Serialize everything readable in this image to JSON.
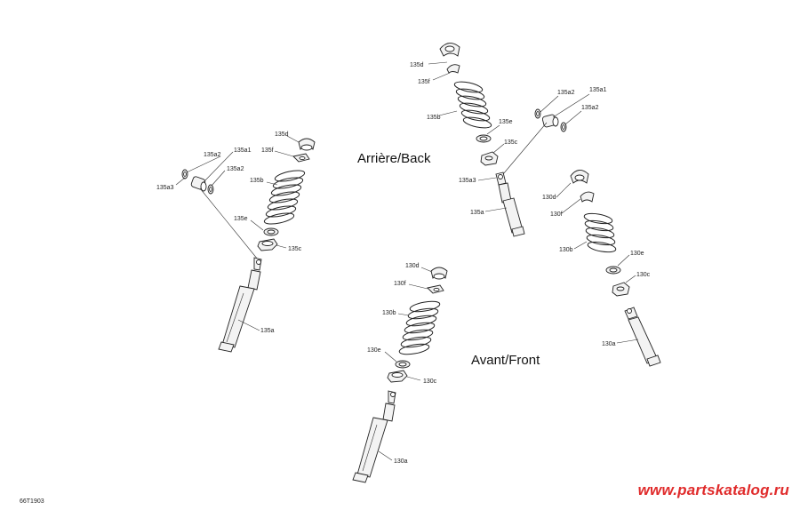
{
  "titles": {
    "back": "Arrière/Back",
    "front": "Avant/Front"
  },
  "diagram_code": "66T1903",
  "watermark": "www.partskatalog.ru",
  "watermark_color": "#e02b2b",
  "labels": {
    "l1_135d": "135d",
    "l1_135f": "135f",
    "l1_135a1": "135a1",
    "l1_135a2a": "135a2",
    "l1_135a2b": "135a2",
    "l1_135a3": "135a3",
    "l1_135b": "135b",
    "l1_135e": "135e",
    "l1_135c": "135c",
    "l1_135a": "135a",
    "r1_135d": "135d",
    "r1_135f": "135f",
    "r1_135b": "135b",
    "r1_135e": "135e",
    "r1_135c": "135c",
    "r1_135a2a": "135a2",
    "r1_135a1": "135a1",
    "r1_135a2b": "135a2",
    "r1_135a3": "135a3",
    "r1_135a": "135a",
    "r2_130d": "130d",
    "r2_130f": "130f",
    "r2_130b": "130b",
    "r2_130e": "130e",
    "r2_130c": "130c",
    "r2_130a": "130a",
    "c_130d": "130d",
    "c_130f": "130f",
    "c_130b": "130b",
    "c_130e": "130e",
    "c_130c": "130c",
    "c_130a": "130a"
  }
}
